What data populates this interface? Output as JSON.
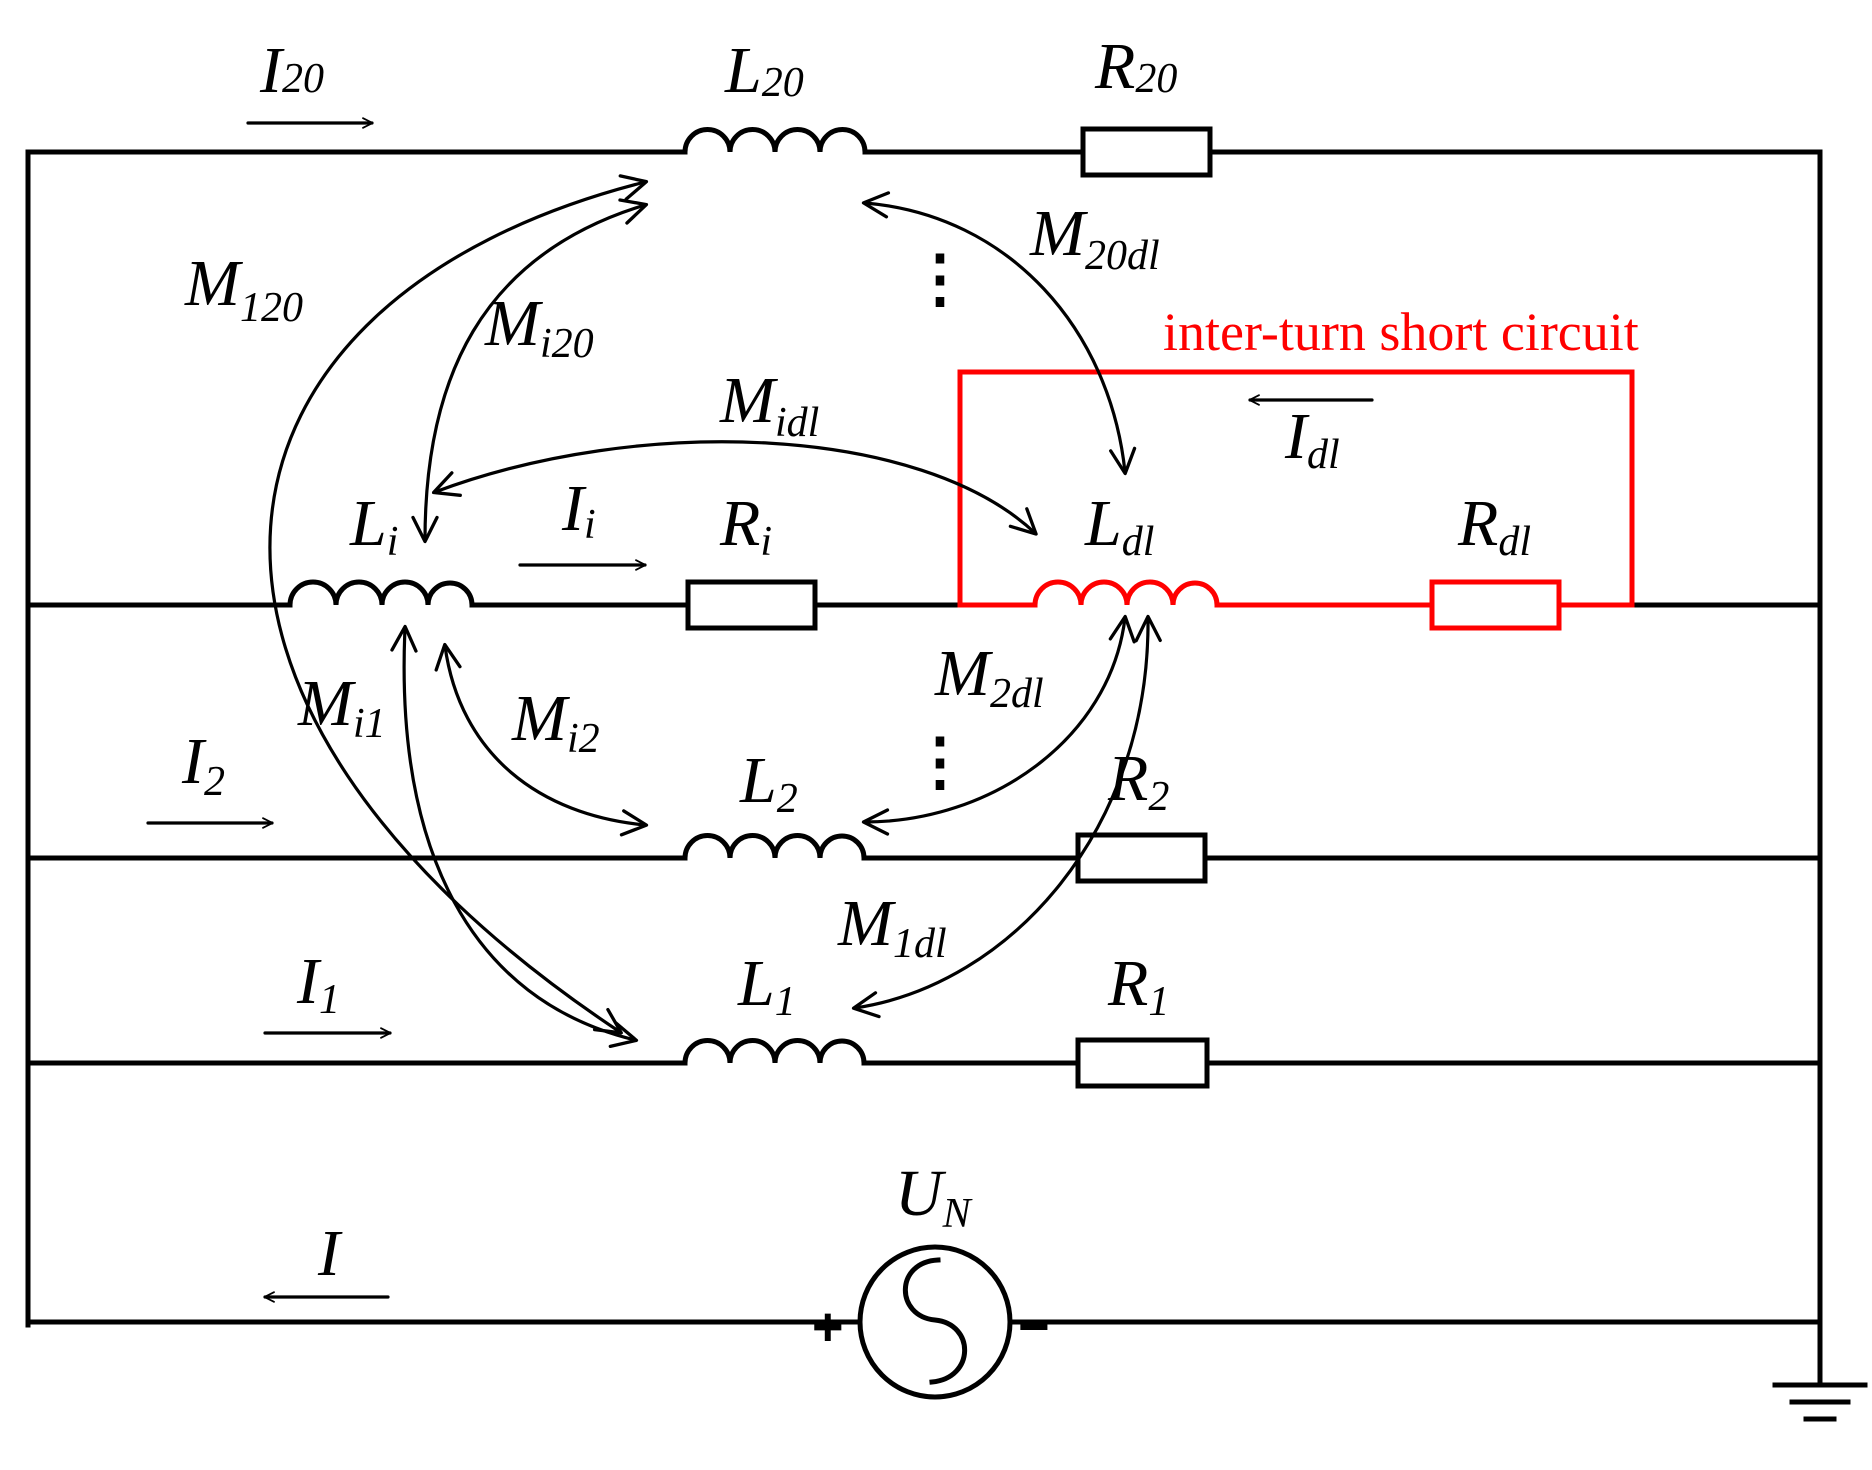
{
  "diagram": {
    "annotation": "inter-turn short circuit",
    "source": {
      "symbol": "U",
      "subscript": "N",
      "plus": "+",
      "minus": "−"
    },
    "colors": {
      "wire": "#000000",
      "fault": "#ff0000",
      "background": "#ffffff"
    },
    "currents": {
      "I20": {
        "main": "I",
        "sub": "20"
      },
      "Ii": {
        "main": "I",
        "sub": "i"
      },
      "I2": {
        "main": "I",
        "sub": "2"
      },
      "I1": {
        "main": "I",
        "sub": "1"
      },
      "Idl": {
        "main": "I",
        "sub": "dl"
      },
      "I": {
        "main": "I",
        "sub": ""
      }
    },
    "inductors": {
      "L20": {
        "main": "L",
        "sub": "20"
      },
      "Li": {
        "main": "L",
        "sub": "i"
      },
      "Ldl": {
        "main": "L",
        "sub": "dl"
      },
      "L2": {
        "main": "L",
        "sub": "2"
      },
      "L1": {
        "main": "L",
        "sub": "1"
      }
    },
    "resistors": {
      "R20": {
        "main": "R",
        "sub": "20"
      },
      "Ri": {
        "main": "R",
        "sub": "i"
      },
      "Rdl": {
        "main": "R",
        "sub": "dl"
      },
      "R2": {
        "main": "R",
        "sub": "2"
      },
      "R1": {
        "main": "R",
        "sub": "1"
      }
    },
    "mutuals": {
      "M120": {
        "main": "M",
        "sub": "120"
      },
      "Mi20": {
        "main": "M",
        "sub": "i20"
      },
      "M20dl": {
        "main": "M",
        "sub": "20dl"
      },
      "Midl": {
        "main": "M",
        "sub": "idl"
      },
      "Mi1": {
        "main": "M",
        "sub": "i1"
      },
      "Mi2": {
        "main": "M",
        "sub": "i2"
      },
      "M2dl": {
        "main": "M",
        "sub": "2dl"
      },
      "M1dl": {
        "main": "M",
        "sub": "1dl"
      }
    },
    "ellipsis": "⋮"
  }
}
